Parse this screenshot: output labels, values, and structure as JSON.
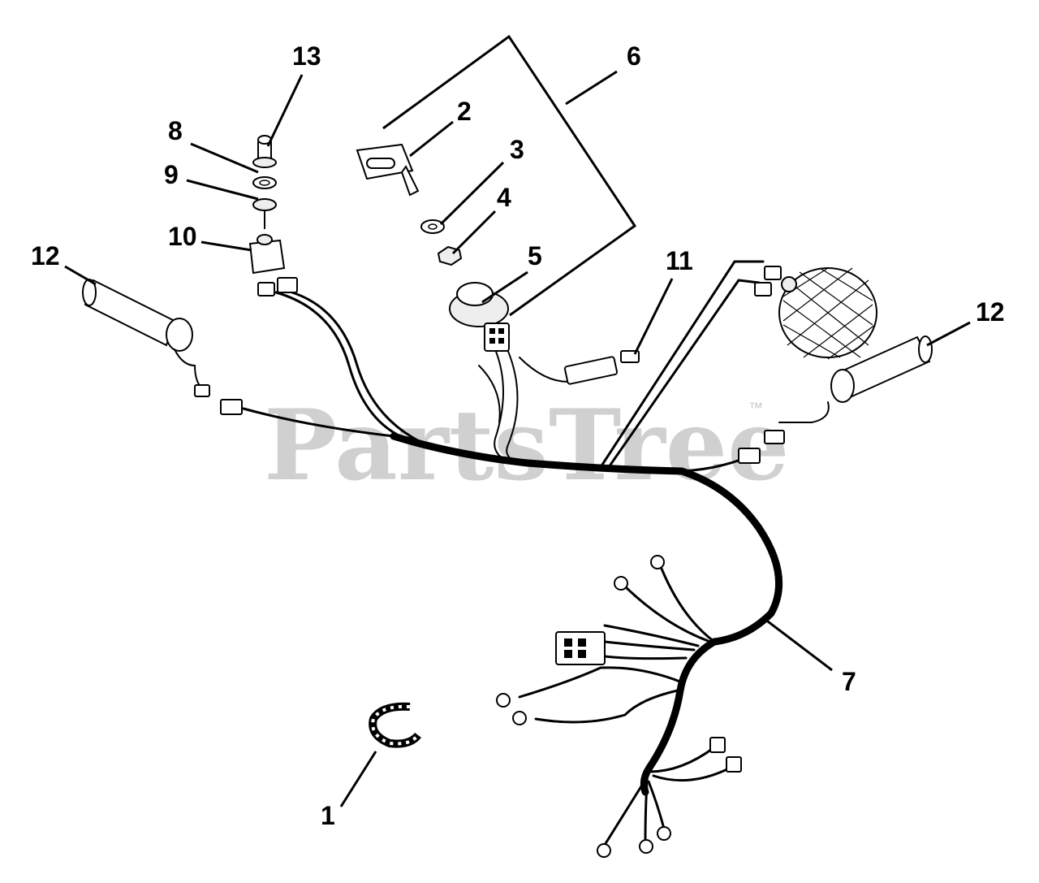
{
  "watermark": {
    "text": "PartsTree",
    "trademark": "™"
  },
  "callouts": {
    "c1": "1",
    "c2": "2",
    "c3": "3",
    "c4": "4",
    "c5": "5",
    "c6": "6",
    "c7": "7",
    "c8": "8",
    "c9": "9",
    "c10": "10",
    "c11": "11",
    "c12_left": "12",
    "c12_right": "12",
    "c13": "13"
  }
}
